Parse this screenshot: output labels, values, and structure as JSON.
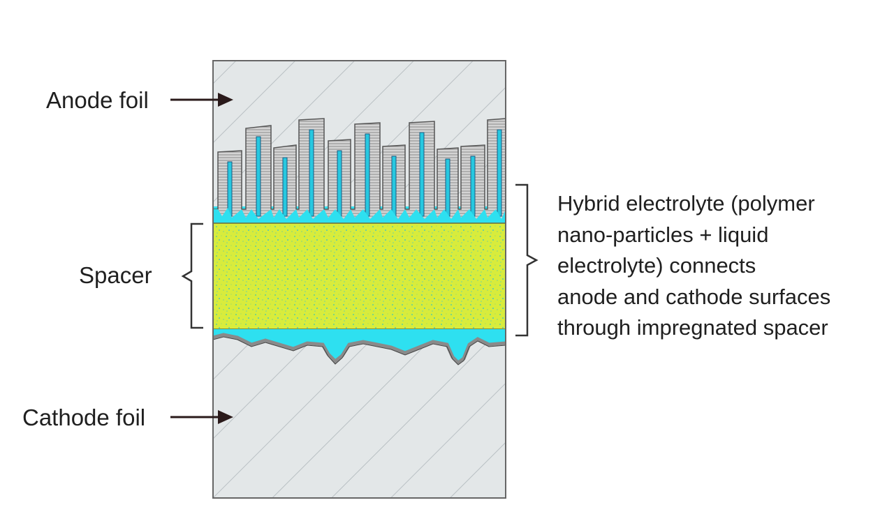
{
  "labels": {
    "anode": "Anode foil",
    "spacer": "Spacer",
    "cathode": "Cathode foil"
  },
  "description": [
    "Hybrid electrolyte (polymer",
    "nano-particles + liquid",
    "electrolyte) connects",
    "anode and cathode surfaces",
    "through impregnated spacer"
  ],
  "colors": {
    "foil": "#e3e7e8",
    "hatch": "#b7bfc2",
    "oxide": "#8c8c8c",
    "electrolyte": "#2ee0f0",
    "spacer": "#d7ec3a",
    "outline": "#555555"
  }
}
